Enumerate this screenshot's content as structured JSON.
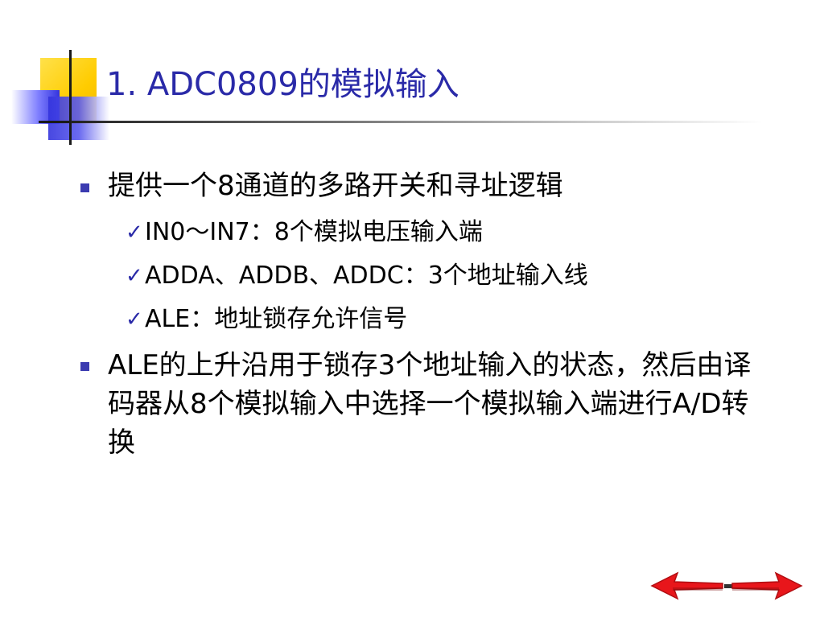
{
  "slide": {
    "title": "1. ADC0809的模拟输入",
    "bullets": [
      {
        "text": "提供一个8通道的多路开关和寻址逻辑",
        "subitems": [
          {
            "text": "IN0～IN7：8个模拟电压输入端"
          },
          {
            "text": "ADDA、ADDB、ADDC：3个地址输入线"
          },
          {
            "text": "ALE：地址锁存允许信号"
          }
        ]
      },
      {
        "text": "ALE的上升沿用于锁存3个地址输入的状态，然后由译码器从8个模拟输入中选择一个模拟输入端进行A/D转换"
      }
    ]
  },
  "nav": {
    "back_icon": "left-arrow-icon",
    "forward_icon": "right-arrow-icon",
    "arrow_color": "#e8161b"
  },
  "colors": {
    "title": "#2a2aa8",
    "bullet": "#3b3bb0",
    "deco_yellow": "#ffcc00",
    "deco_blue": "#3333dd"
  }
}
